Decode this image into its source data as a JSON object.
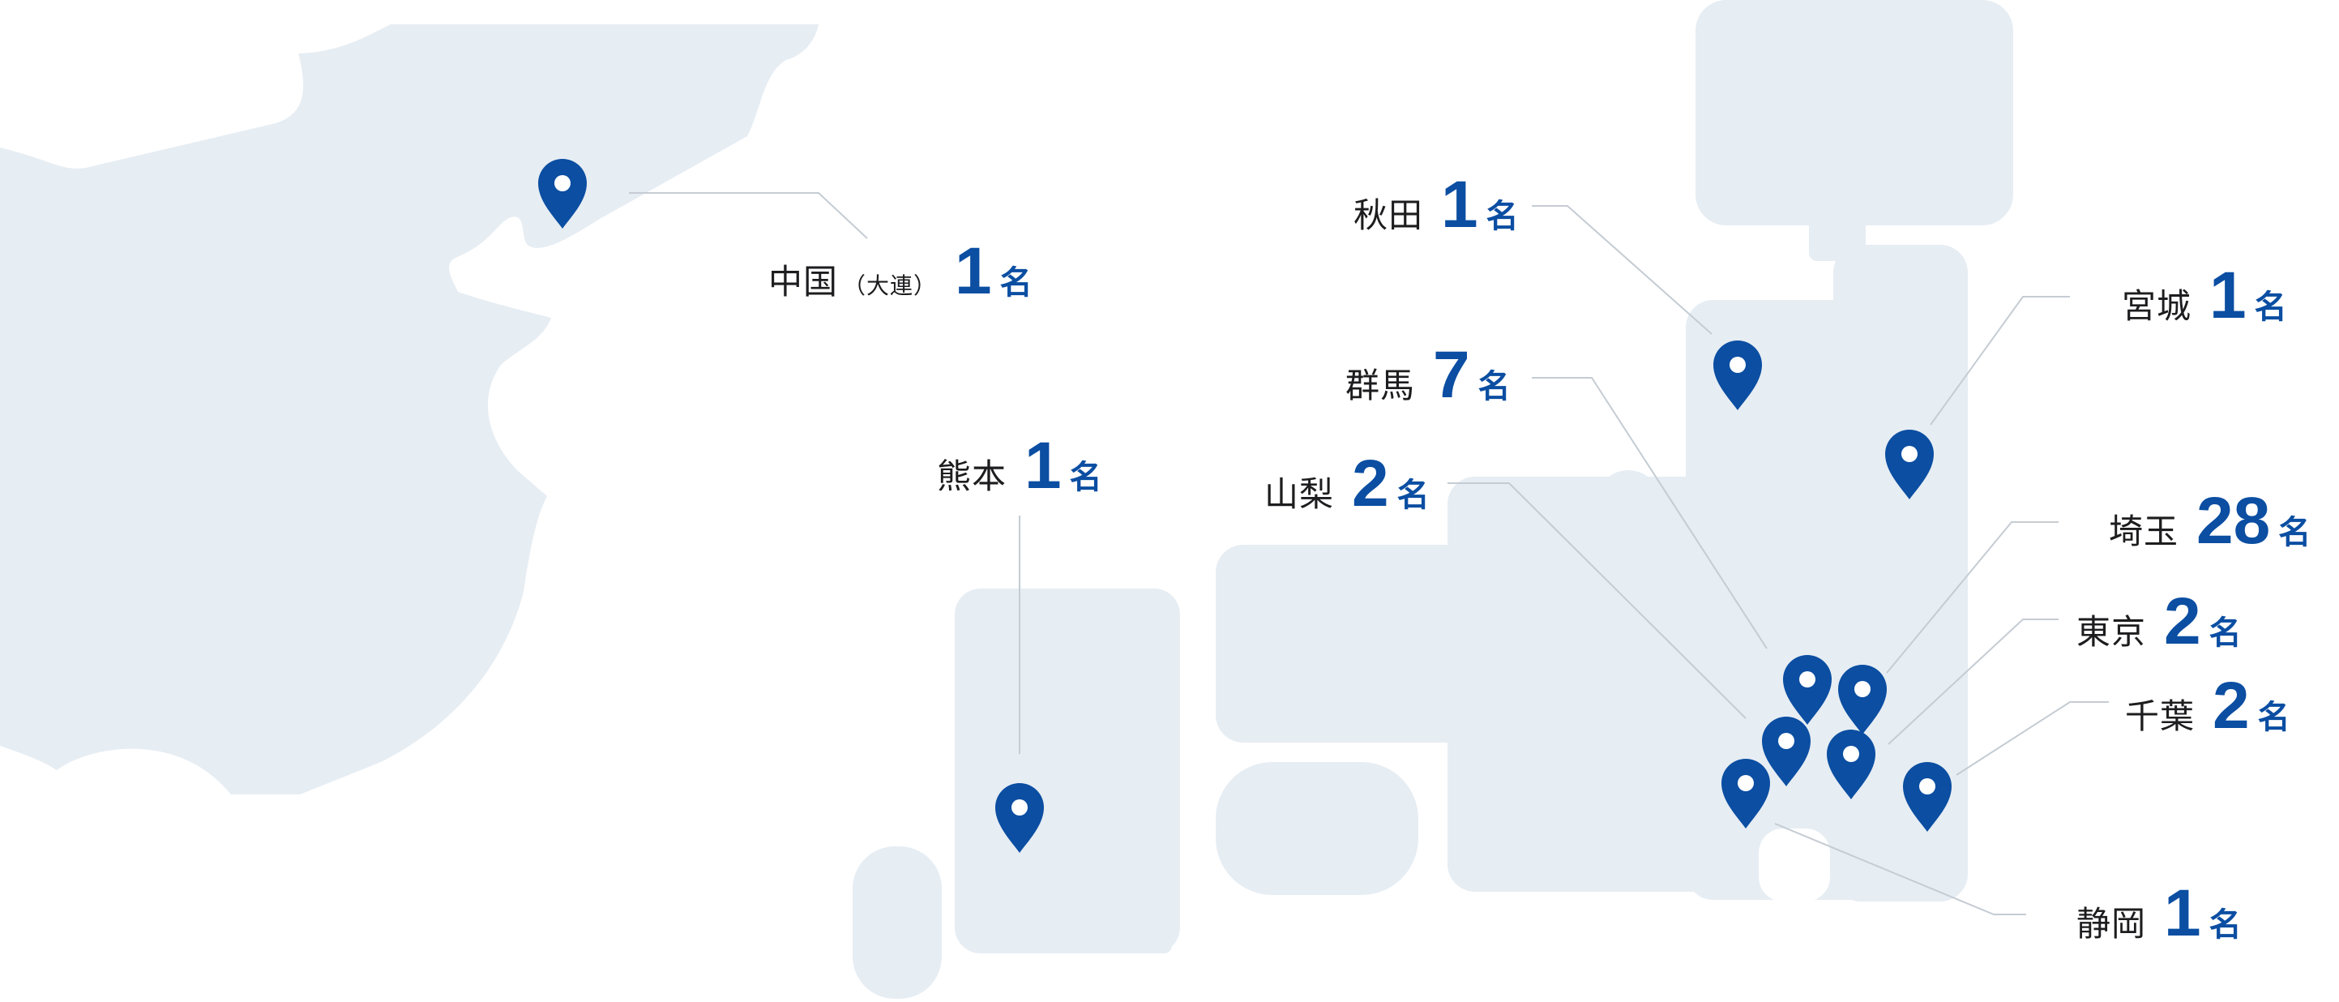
{
  "colors": {
    "land": "#e6edf3",
    "accent": "#0b4ea2",
    "leader": "#c5ccd3"
  },
  "icons": {
    "marker": "map-pin-icon"
  },
  "regions": [
    {
      "id": "dalian",
      "place": "中国",
      "sub": "（大連）",
      "count": "1",
      "unit": "名"
    },
    {
      "id": "kumamoto",
      "place": "熊本",
      "sub": "",
      "count": "1",
      "unit": "名"
    },
    {
      "id": "akita",
      "place": "秋田",
      "sub": "",
      "count": "1",
      "unit": "名"
    },
    {
      "id": "gunma",
      "place": "群馬",
      "sub": "",
      "count": "7",
      "unit": "名"
    },
    {
      "id": "yamanashi",
      "place": "山梨",
      "sub": "",
      "count": "2",
      "unit": "名"
    },
    {
      "id": "miyagi",
      "place": "宮城",
      "sub": "",
      "count": "1",
      "unit": "名"
    },
    {
      "id": "saitama",
      "place": "埼玉",
      "sub": "",
      "count": "28",
      "unit": "名"
    },
    {
      "id": "tokyo",
      "place": "東京",
      "sub": "",
      "count": "2",
      "unit": "名"
    },
    {
      "id": "chiba",
      "place": "千葉",
      "sub": "",
      "count": "2",
      "unit": "名"
    },
    {
      "id": "shizuoka",
      "place": "静岡",
      "sub": "",
      "count": "1",
      "unit": "名"
    }
  ]
}
